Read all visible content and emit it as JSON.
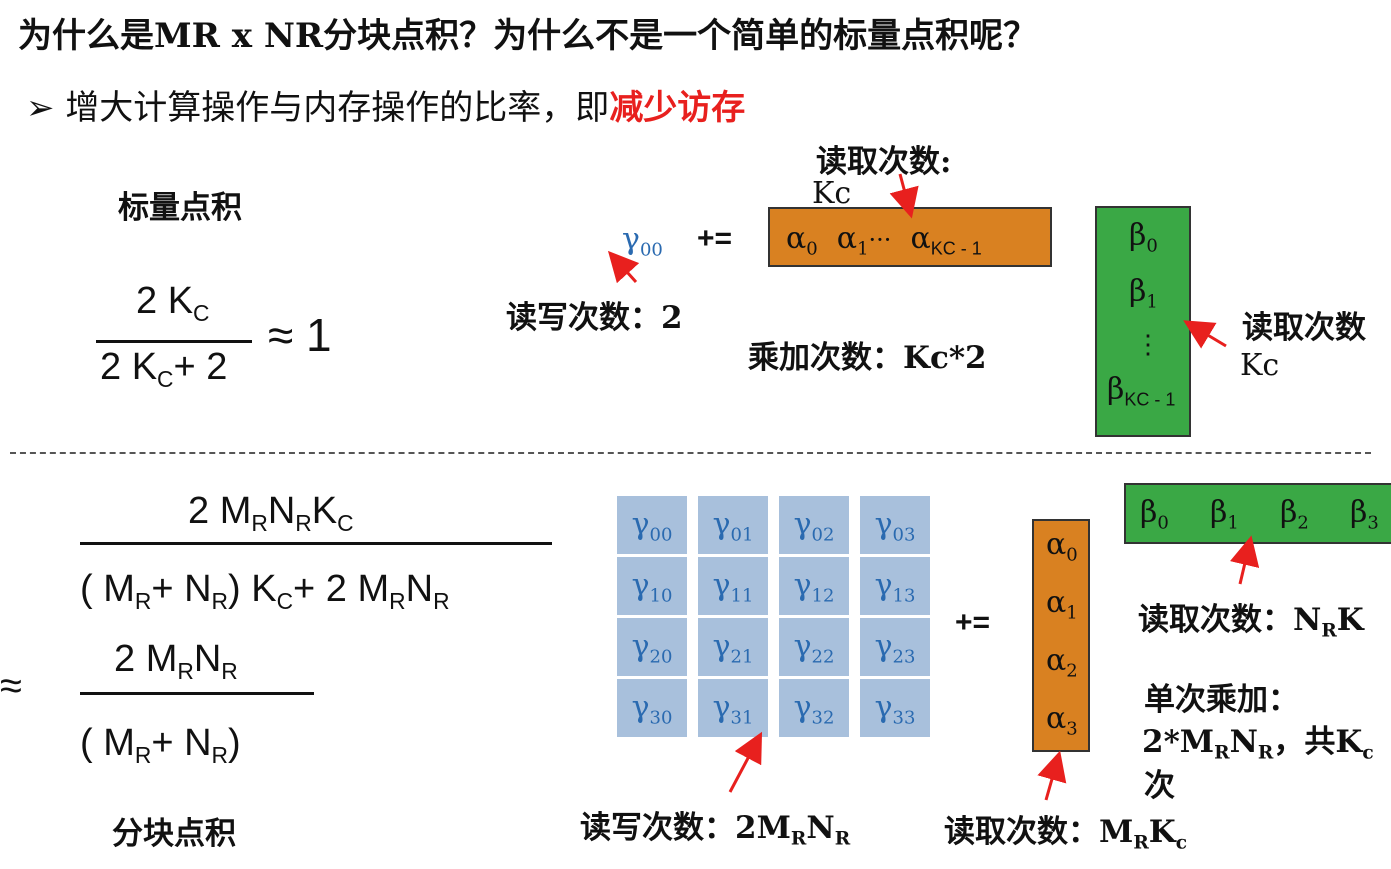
{
  "title": "为什么是MR x NR分块点积？为什么不是一个简单的标量点积呢？",
  "bullet": {
    "marker": "➢",
    "text": "增大计算操作与内存操作的比率，即",
    "highlight": "减少访存"
  },
  "scalar": {
    "label": "标量点积",
    "num": "2 K",
    "num_sub": "C",
    "den": "2 K",
    "den_sub": "C",
    "den_tail": "+ 2",
    "approx": "≈ 1",
    "gamma": "γ",
    "gamma_sub": "00",
    "plus_eq": "+=",
    "alpha_row": [
      "α",
      "0",
      "α",
      "1",
      "···",
      "α",
      "KC - 1"
    ],
    "beta_col": [
      "β",
      "0",
      "β",
      "1",
      "⋮",
      "β",
      "KC - 1"
    ],
    "read_a_label": "读取次数:",
    "read_a_value": "Kc",
    "rw_label": "读写次数：2",
    "muladd_label": "乘加次数：Kc*2",
    "read_b_label": "读取次数",
    "read_b_value": "Kc"
  },
  "block": {
    "label": "分块点积",
    "frac1_num": [
      "2 M",
      "R",
      "N",
      "R",
      "K",
      "C"
    ],
    "frac1_den": [
      "( M",
      "R",
      "+ N",
      "R",
      ") K",
      "C",
      "+ 2 M",
      "R",
      "N",
      "R"
    ],
    "approx": "≈",
    "frac2_num": [
      "2 M",
      "R",
      "N",
      "R"
    ],
    "frac2_den": [
      "( M",
      "R",
      "+ N",
      "R",
      ")"
    ],
    "gamma_grid": [
      [
        "00",
        "01",
        "02",
        "03"
      ],
      [
        "10",
        "11",
        "12",
        "13"
      ],
      [
        "20",
        "21",
        "22",
        "23"
      ],
      [
        "30",
        "31",
        "32",
        "33"
      ]
    ],
    "plus_eq": "+=",
    "alpha_subs": [
      "0",
      "1",
      "2",
      "3"
    ],
    "beta_subs": [
      "0",
      "1",
      "2",
      "3"
    ],
    "read_b_label": "读取次数：N",
    "read_b_sub": "R",
    "read_b_tail": "K",
    "muladd_line1": "单次乘加：",
    "muladd_line2a": "2*M",
    "muladd_line2b": "N",
    "muladd_line2c": "，共K",
    "muladd_line2d": "c",
    "muladd_line3": "次",
    "rw_label": "读写次数：2M",
    "rw_sub1": "R",
    "rw_mid": "N",
    "rw_sub2": "R",
    "read_a_label": "读取次数：M",
    "read_a_sub": "R",
    "read_a_tail": "K",
    "read_a_sub2": "c"
  },
  "colors": {
    "orange": "#d98121",
    "green": "#3aa845",
    "cell_blue": "#a8c0dc",
    "gamma_blue": "#2a6ab0",
    "red": "#e8201e"
  }
}
